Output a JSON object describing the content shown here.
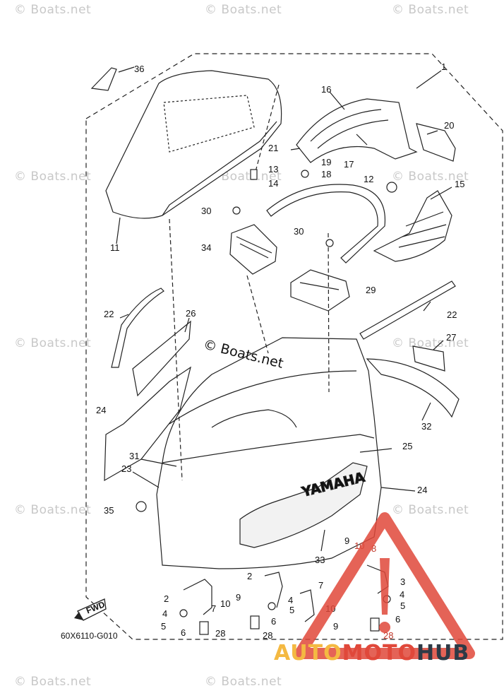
{
  "watermark": "© Boats.net",
  "copyright": "© Boats.net",
  "diagram_code": "60X6110-G010",
  "fwd_label": "FWD",
  "cowling_logo": "YAMAHA",
  "brand": {
    "part1": "AUTO",
    "part2": "MOTO",
    "part3": "HUB",
    "color1": "#f4b942",
    "color2": "#e0483a",
    "color3": "#2e3a46"
  },
  "callouts": [
    "1",
    "2",
    "3",
    "4",
    "5",
    "6",
    "7",
    "8",
    "9",
    "10",
    "11",
    "12",
    "13",
    "14",
    "15",
    "16",
    "17",
    "18",
    "19",
    "20",
    "21",
    "22",
    "23",
    "24",
    "25",
    "26",
    "27",
    "28",
    "29",
    "30",
    "31",
    "32",
    "33",
    "34",
    "35",
    "36"
  ],
  "colors": {
    "line": "#222222",
    "watermark": "#c8c8c8",
    "warning": "#e0483a"
  }
}
